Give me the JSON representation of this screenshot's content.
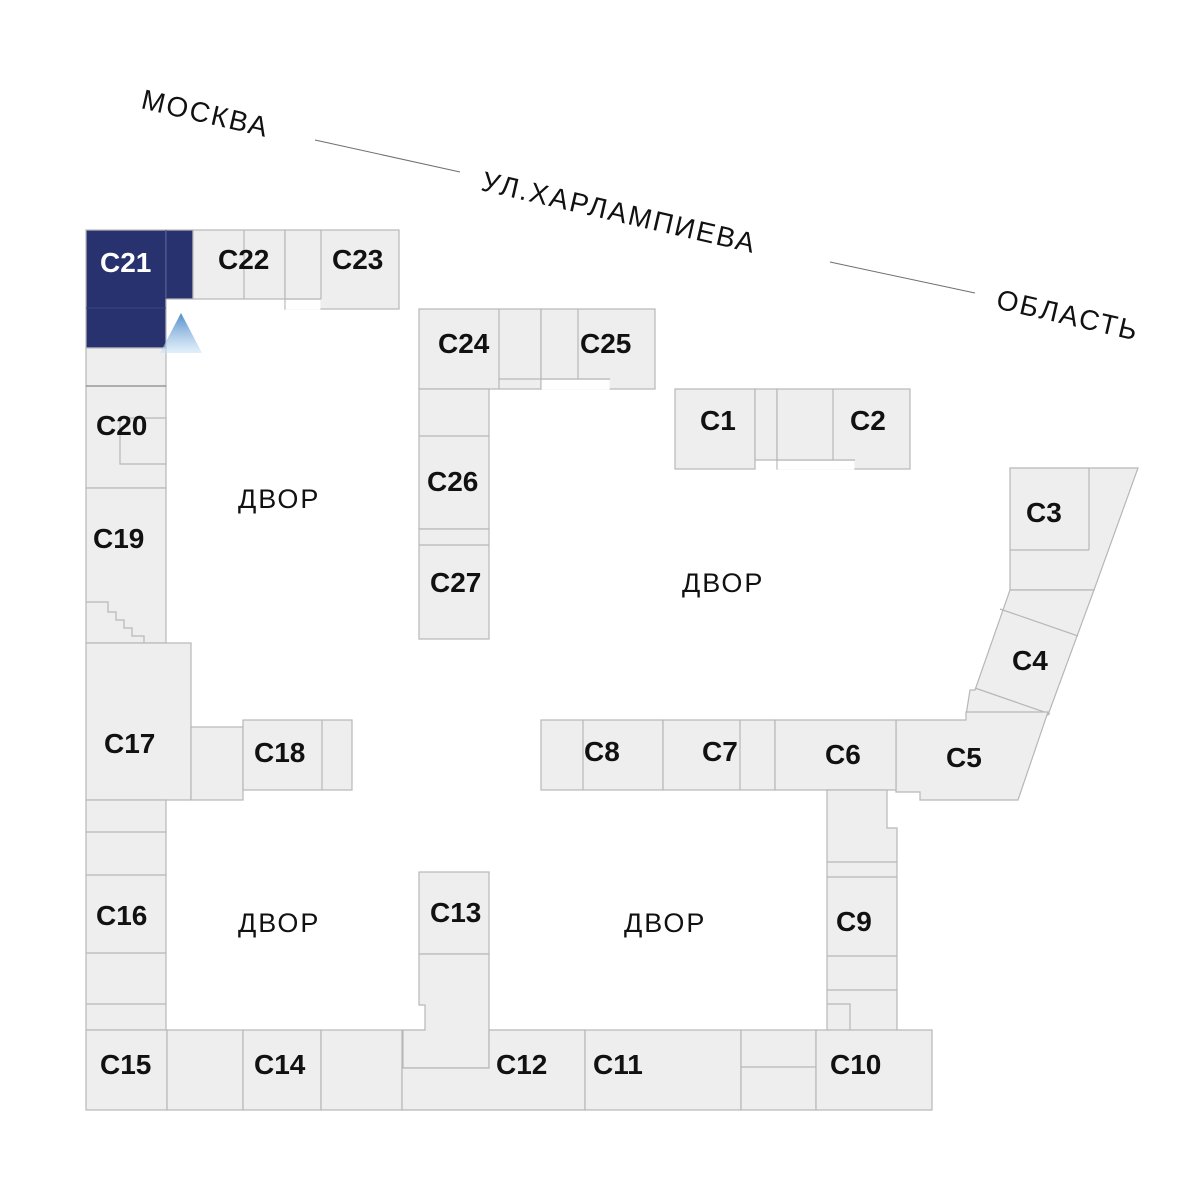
{
  "street": {
    "city": "МОСКВА",
    "name": "УЛ.ХАРЛАМПИЕВА",
    "region": "ОБЛАСТЬ"
  },
  "yards": [
    "ДВОР",
    "ДВОР",
    "ДВОР",
    "ДВОР"
  ],
  "selected_section": "С21",
  "colors": {
    "selected": "#27326e",
    "building": "#eeeeee",
    "outline": "#b7b7b7",
    "entrance_marker": "#7fb4e0"
  },
  "sections": [
    "С1",
    "С2",
    "С3",
    "С4",
    "С5",
    "С6",
    "С7",
    "С8",
    "С9",
    "С10",
    "С11",
    "С12",
    "С13",
    "С14",
    "С15",
    "С16",
    "С17",
    "С18",
    "С19",
    "С20",
    "С21",
    "С22",
    "С23",
    "С24",
    "С25",
    "С26",
    "С27"
  ]
}
